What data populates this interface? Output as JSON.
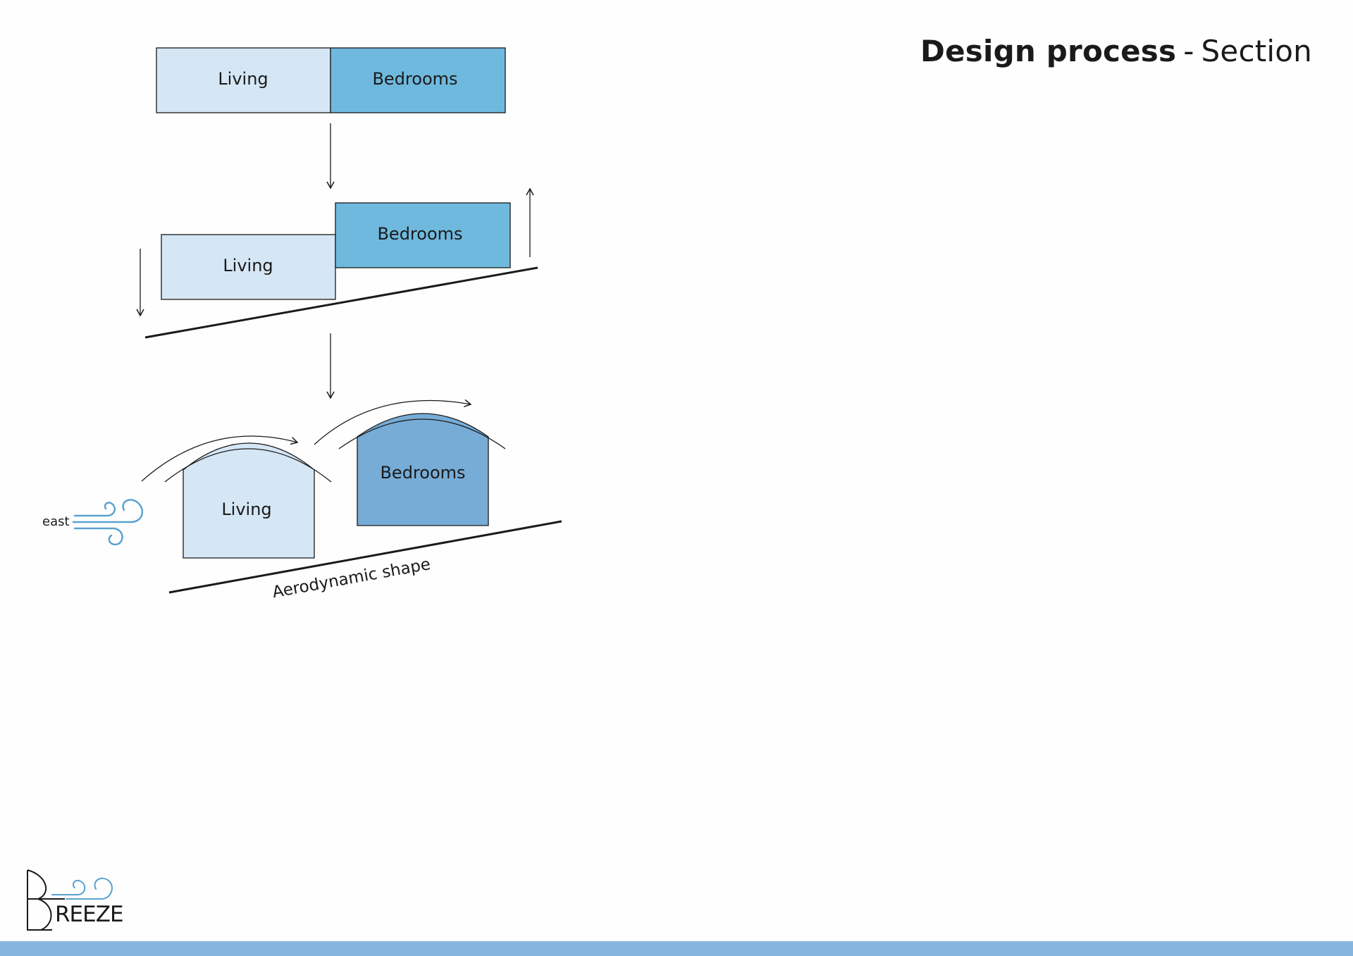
{
  "header": {
    "title_bold": "Design process",
    "title_separator": "-",
    "title_rest": "Section"
  },
  "diagram": {
    "step1": {
      "living_label": "Living",
      "bedrooms_label": "Bedrooms"
    },
    "step2": {
      "living_label": "Living",
      "bedrooms_label": "Bedrooms"
    },
    "step3": {
      "living_label": "Living",
      "bedrooms_label": "Bedrooms",
      "wind_label": "east",
      "ground_label": "Aerodynamic shape"
    }
  },
  "logo": {
    "text": "REEZE"
  },
  "colors": {
    "living_fill": "#d5e6f5",
    "bedrooms_fill": "#6fb9de",
    "bedrooms_fill_step3": "#77acd6",
    "wind_icon": "#5aa2cf",
    "bottom_bar": "#86b5de",
    "stroke": "#1a1a1a"
  }
}
